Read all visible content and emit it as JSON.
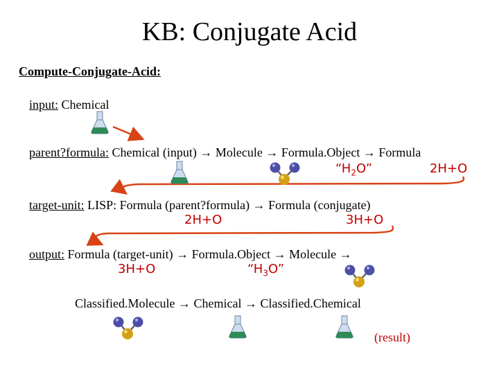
{
  "title": "KB: Conjugate Acid",
  "header": "Compute-Conjugate-Acid:",
  "input": {
    "label": "input:",
    "text": " Chemical"
  },
  "parent_formula": {
    "label": "parent?formula:",
    "text": " Chemical (input)  → Molecule → Formula.Object → Formula",
    "formula_object_value_pre": "“H",
    "formula_object_value_sub": "2",
    "formula_object_value_post": "O”",
    "formula_value": "2H+O"
  },
  "target_unit": {
    "label": "target-unit:",
    "text": " LISP: Formula (parent?formula) → Formula (conjugate)",
    "left_value": "2H+O",
    "right_value": "3H+O"
  },
  "output": {
    "label": "output:",
    "text": " Formula (target-unit) → Formula.Object → Molecule →",
    "left_value": "3H+O",
    "object_value_pre": "“H",
    "object_value_sub": "3",
    "object_value_post": "O”",
    "continuation": "Classified.Molecule → Chemical → Classified.Chemical",
    "result": "(result)"
  },
  "colors": {
    "accent_red": "#c00000",
    "arrow_red": "#d84315",
    "flask_glass": "#9fb8d8",
    "flask_liquid": "#2e8b57",
    "atom_blue": "#4b4fa8",
    "atom_gold": "#d4a017"
  },
  "icons": {
    "flask": "flask-icon",
    "molecule": "molecule-icon"
  }
}
